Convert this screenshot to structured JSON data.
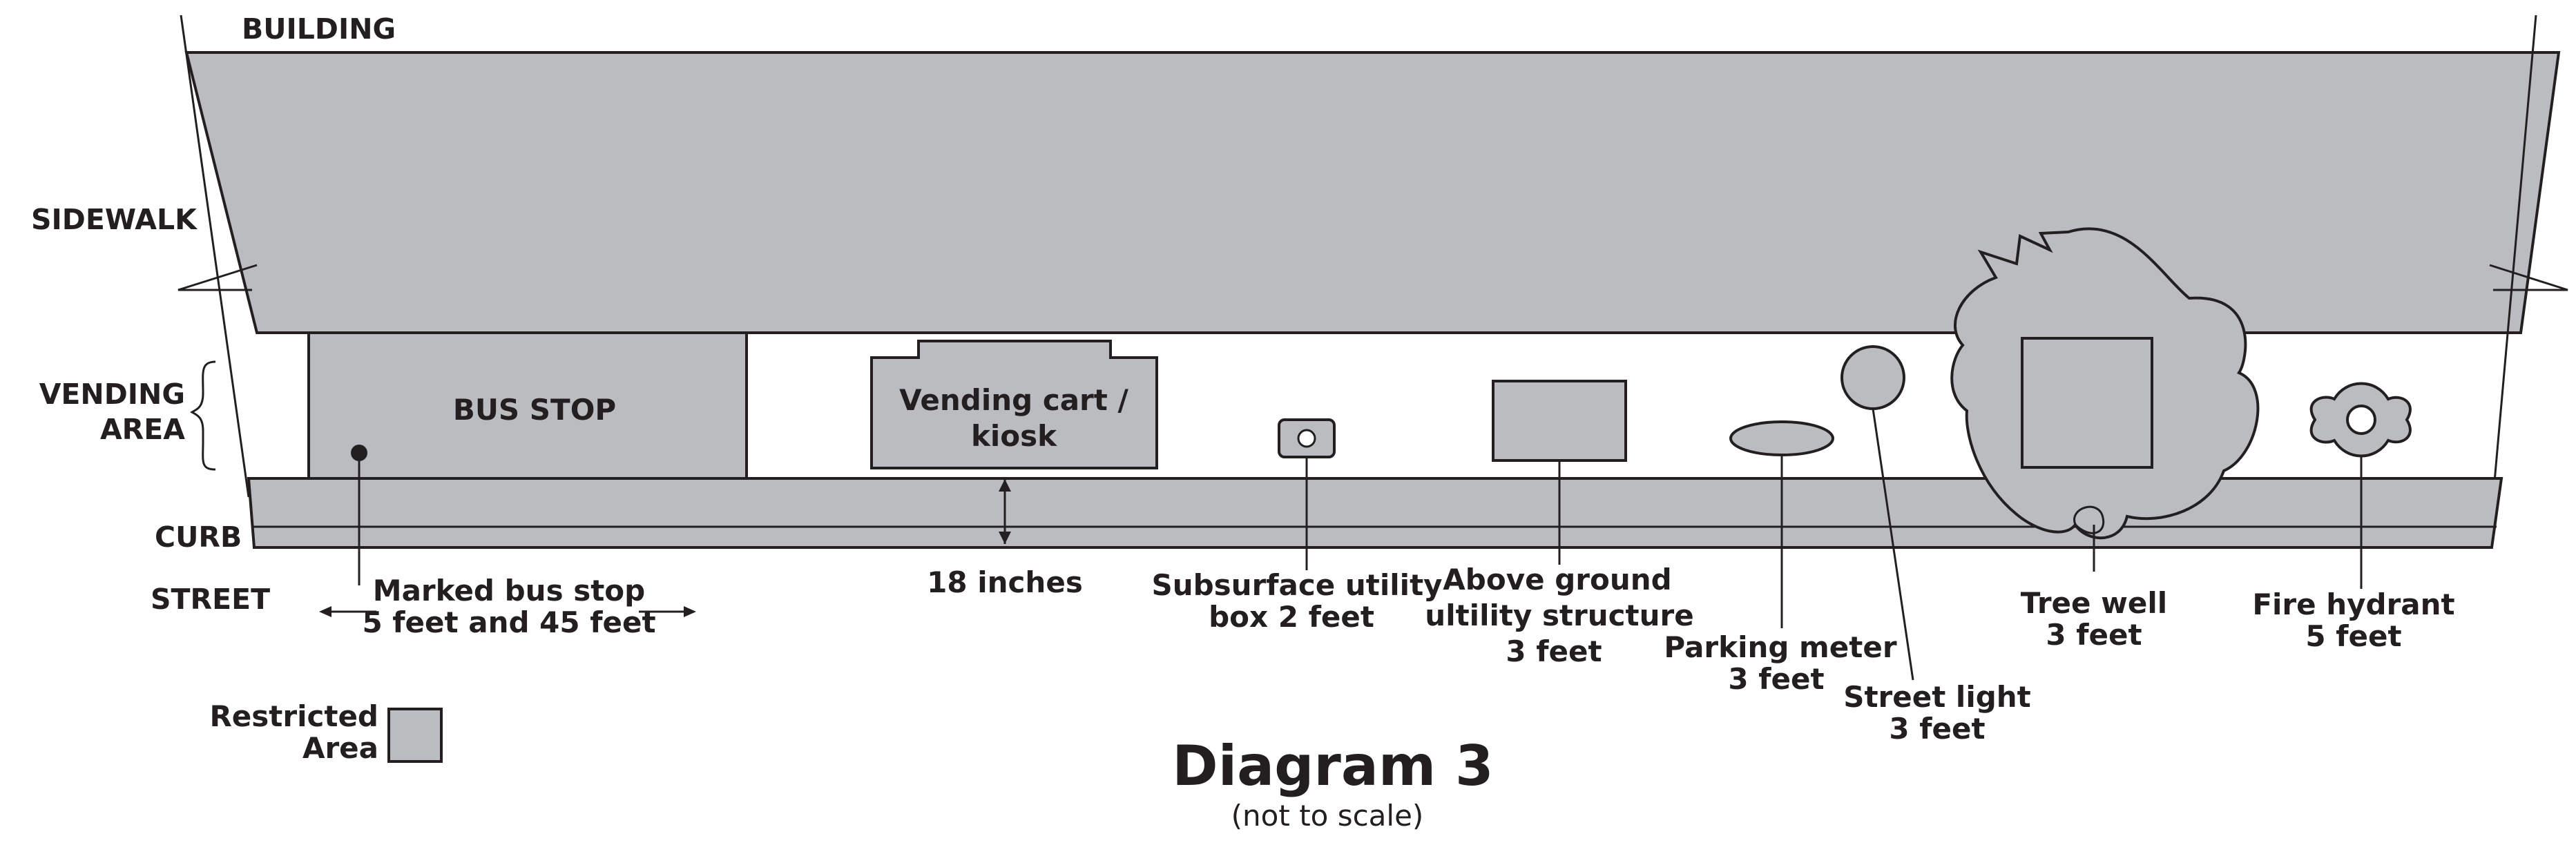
{
  "zones": {
    "building": "BUILDING",
    "sidewalk": "SIDEWALK",
    "vending_area_1": "VENDING",
    "vending_area_2": "AREA",
    "curb": "CURB",
    "street": "STREET"
  },
  "items": {
    "bus_stop": "BUS STOP",
    "vending_cart_1": "Vending cart /",
    "vending_cart_2": "kiosk"
  },
  "callouts": {
    "bus_stop_1": "Marked bus stop",
    "bus_stop_2": "5 feet and 45 feet",
    "clearance": "18 inches",
    "subsurface_1": "Subsurface utility",
    "subsurface_2": "box 2 feet",
    "above_ground_1": "Above ground",
    "above_ground_2": "ultility structure",
    "above_ground_3": "3 feet",
    "parking_meter_1": "Parking meter",
    "parking_meter_2": "3 feet",
    "street_light_1": "Street light",
    "street_light_2": "3 feet",
    "tree_well_1": "Tree well",
    "tree_well_2": "3 feet",
    "fire_hydrant_1": "Fire hydrant",
    "fire_hydrant_2": "5 feet"
  },
  "legend": {
    "restricted_1": "Restricted",
    "restricted_2": "Area"
  },
  "title": "Diagram 3",
  "subtitle": "(not to scale)",
  "colors": {
    "restricted_fill": "#bbbcbf",
    "ink": "#231f20"
  }
}
